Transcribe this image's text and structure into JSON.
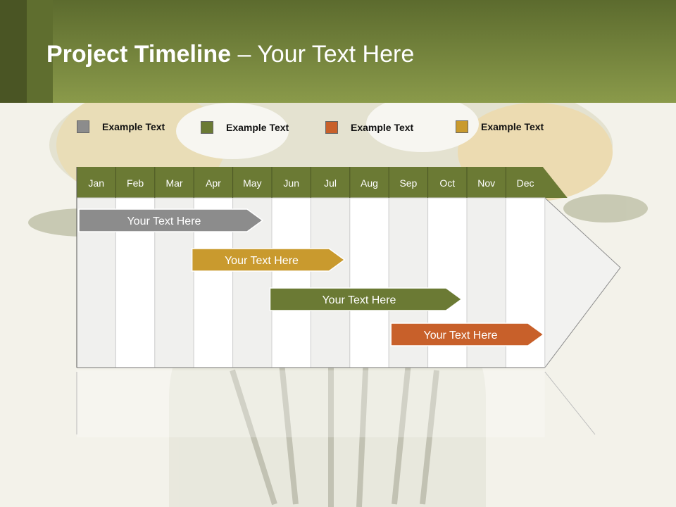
{
  "header": {
    "title_bold": "Project Timeline",
    "title_rest": " – Your Text Here"
  },
  "legend": [
    {
      "label": "Example Text",
      "color": "#8c8c8c"
    },
    {
      "label": "Example Text",
      "color": "#6b7a34"
    },
    {
      "label": "Example Text",
      "color": "#c8602a"
    },
    {
      "label": "Example Text",
      "color": "#c99a2e"
    }
  ],
  "months": [
    "Jan",
    "Feb",
    "Mar",
    "Apr",
    "May",
    "Jun",
    "Jul",
    "Aug",
    "Sep",
    "Oct",
    "Nov",
    "Dec"
  ],
  "tasks": [
    {
      "label": "Your  Text Here",
      "start": 1,
      "end": 4.8,
      "color": "#8c8c8c"
    },
    {
      "label": "Your  Text Here",
      "start": 3.9,
      "end": 6.9,
      "color": "#c99a2e"
    },
    {
      "label": "Your  Text Here",
      "start": 5.9,
      "end": 9.9,
      "color": "#6b7a34"
    },
    {
      "label": "Your  Text Here",
      "start": 9.0,
      "end": 12.0,
      "color": "#c8602a"
    }
  ],
  "colors": {
    "header_bar": "#6b7a34",
    "background": "#f3f2ea"
  }
}
